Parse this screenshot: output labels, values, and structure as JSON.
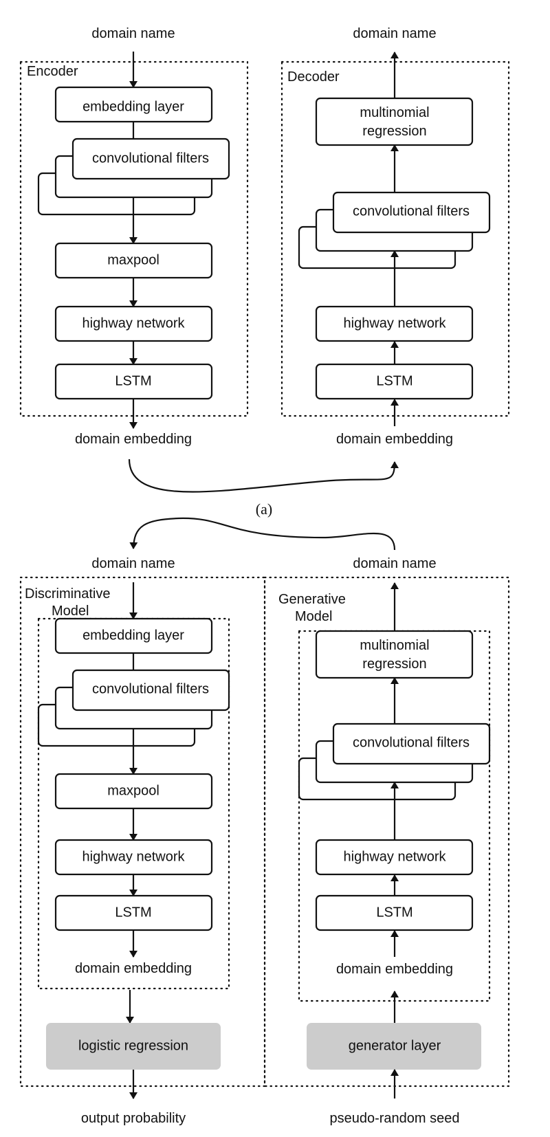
{
  "panel_a": {
    "caption": "(a)",
    "encoder": {
      "title": "Encoder",
      "input": "domain name",
      "output": "domain embedding",
      "layers": {
        "embedding": "embedding layer",
        "conv": "convolutional filters",
        "maxpool": "maxpool",
        "highway": "highway network",
        "lstm": "LSTM"
      }
    },
    "decoder": {
      "title": "Decoder",
      "input": "domain embedding",
      "output": "domain name",
      "layers": {
        "regression_1": "multinomial",
        "regression_2": "regression",
        "conv": "convolutional filters",
        "highway": "highway network",
        "lstm": "LSTM"
      }
    }
  },
  "panel_b": {
    "discriminative": {
      "title_1": "Discriminative",
      "title_2": "Model",
      "input": "domain name",
      "layers": {
        "embedding": "embedding layer",
        "conv": "convolutional filters",
        "maxpool": "maxpool",
        "highway": "highway network",
        "lstm": "LSTM",
        "embedding_out": "domain embedding"
      },
      "head": "logistic regression",
      "output": "output probability"
    },
    "generative": {
      "title_1": "Generative",
      "title_2": "Model",
      "output": "domain name",
      "layers": {
        "regression_1": "multinomial",
        "regression_2": "regression",
        "conv": "convolutional filters",
        "highway": "highway network",
        "lstm": "LSTM",
        "embedding_in": "domain embedding"
      },
      "head": "generator layer",
      "input": "pseudo-random seed"
    }
  }
}
